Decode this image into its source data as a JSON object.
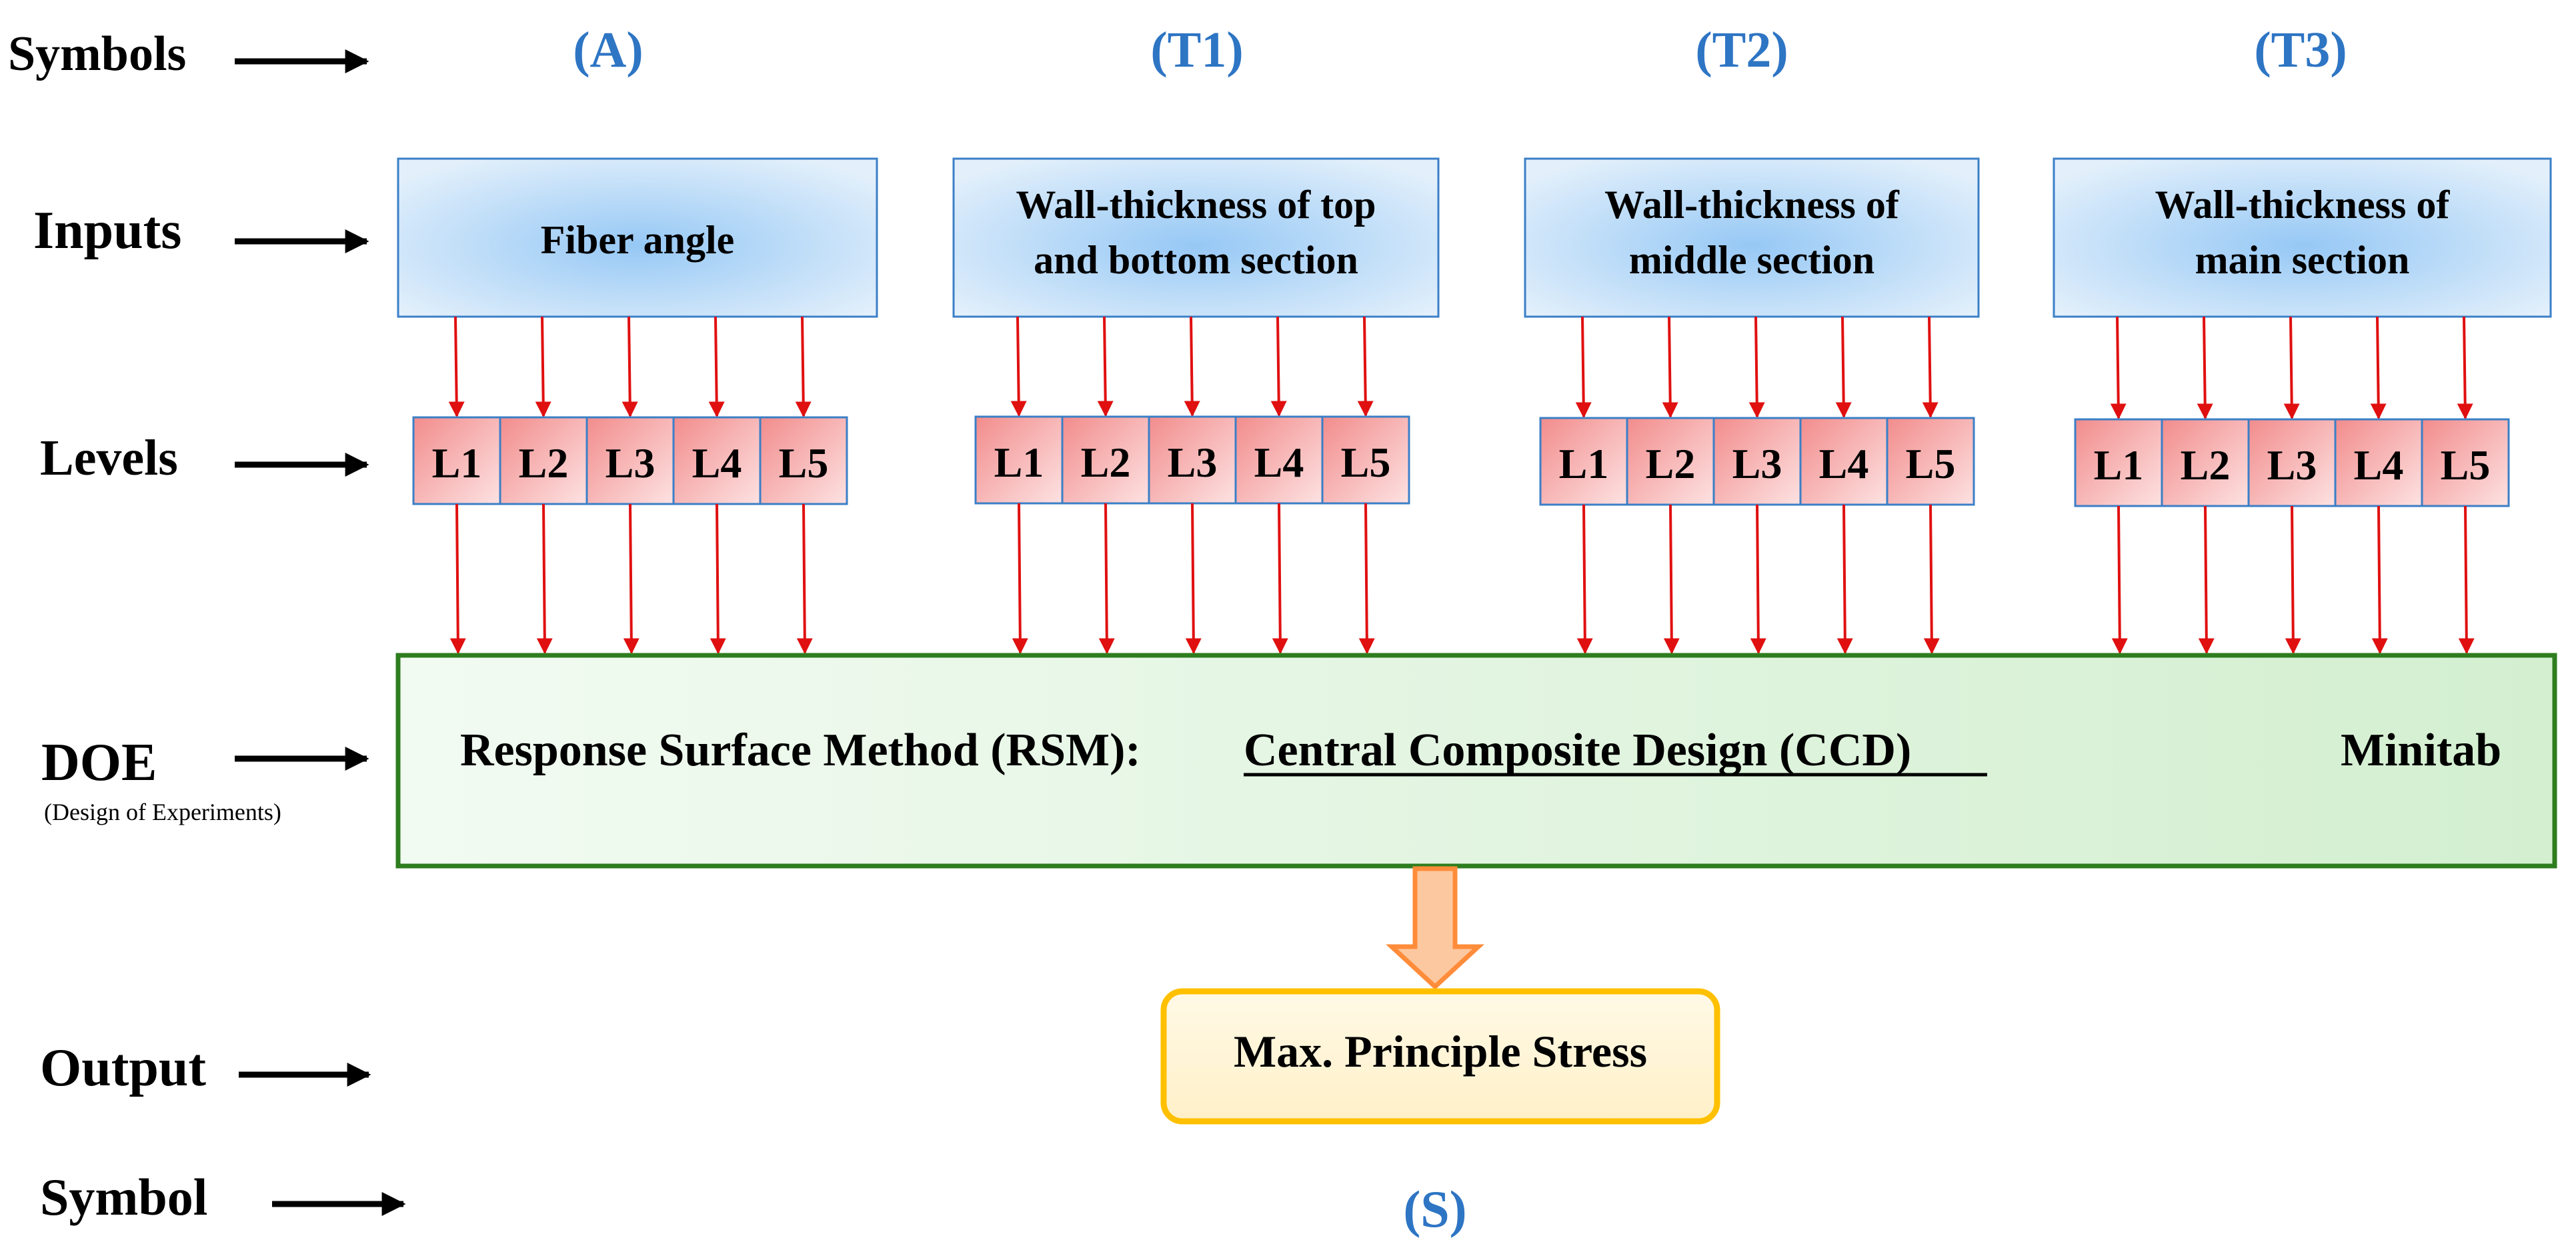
{
  "row_labels": {
    "symbols": "Symbols",
    "inputs": "Inputs",
    "levels": "Levels",
    "doe": "DOE",
    "doe_sub": "(Design of Experiments)",
    "output": "Output",
    "symbol": "Symbol"
  },
  "factors": [
    {
      "symbol": "(A)",
      "line1": "Fiber angle",
      "line2": "",
      "levels": [
        "L1",
        "L2",
        "L3",
        "L4",
        "L5"
      ]
    },
    {
      "symbol": "(T1)",
      "line1": "Wall-thickness of top",
      "line2": "and bottom section",
      "levels": [
        "L1",
        "L2",
        "L3",
        "L4",
        "L5"
      ]
    },
    {
      "symbol": "(T2)",
      "line1": "Wall-thickness of",
      "line2": "middle section",
      "levels": [
        "L1",
        "L2",
        "L3",
        "L4",
        "L5"
      ]
    },
    {
      "symbol": "(T3)",
      "line1": "Wall-thickness of",
      "line2": "main section",
      "levels": [
        "L1",
        "L2",
        "L3",
        "L4",
        "L5"
      ]
    }
  ],
  "doe": {
    "method": "Response Surface Method (RSM):",
    "design": "Central Composite Design (CCD)",
    "software": "Minitab"
  },
  "output": {
    "label": "Max. Principle Stress",
    "symbol": "(S)"
  },
  "colors": {
    "symbol_blue": "#2e75c4",
    "arrow_red": "#e01010",
    "doe_border": "#2e7d1f",
    "output_border": "#ffc000",
    "fat_arrow": "#ff8c3a"
  }
}
